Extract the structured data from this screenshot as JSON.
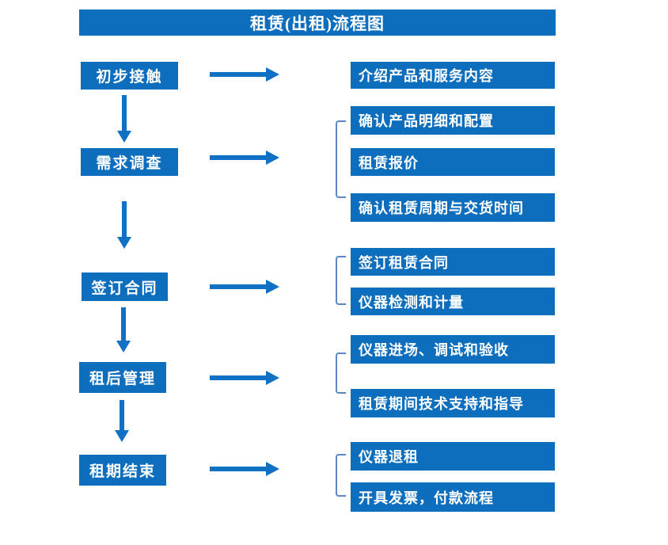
{
  "title": "租赁(出租)流程图",
  "colors": {
    "box_blue": "#0d6ebd",
    "arrow_blue": "#0f70c4",
    "bracket_blue": "#5b87c7"
  },
  "flow": {
    "rows": [
      {
        "step": "初步接触",
        "details": [
          "介绍产品和服务内容"
        ]
      },
      {
        "step": "需求调查",
        "details": [
          "确认产品明细和配置",
          "租赁报价",
          "确认租赁周期与交货时间"
        ]
      },
      {
        "step": "签订合同",
        "details": [
          "签订租赁合同",
          "仪器检测和计量"
        ]
      },
      {
        "step": "租后管理",
        "details": [
          "仪器进场、调试和验收",
          "租赁期间技术支持和指导"
        ]
      },
      {
        "step": "租期结束",
        "details": [
          "仪器退租",
          "开具发票，付款流程"
        ]
      }
    ]
  }
}
